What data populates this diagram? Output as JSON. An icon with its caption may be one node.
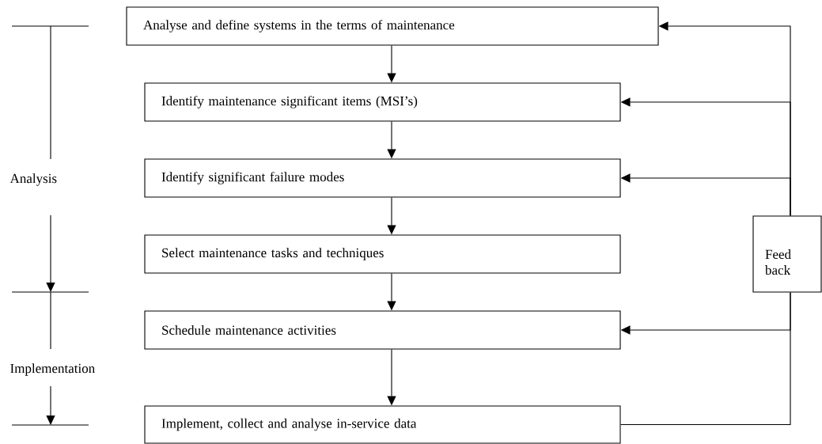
{
  "diagram": {
    "nodes": [
      {
        "text": [
          "Analyse and define systems in the terms of maintenance"
        ]
      },
      {
        "text": [
          "Identify maintenance significant items (MSI’s)"
        ]
      },
      {
        "text": [
          "Identify significant failure modes"
        ]
      },
      {
        "text": [
          "Select maintenance tasks and techniques"
        ]
      },
      {
        "text": [
          "Schedule maintenance activities"
        ]
      },
      {
        "text": [
          "Implement, collect and analyse in-service data"
        ]
      },
      {
        "text": [
          "Feed back"
        ]
      }
    ],
    "edges": [
      {
        "from": 0,
        "to": 1,
        "arrow": "to"
      },
      {
        "from": 1,
        "to": 2,
        "arrow": "to"
      },
      {
        "from": 2,
        "to": 3,
        "arrow": "to"
      },
      {
        "from": 3,
        "to": 4,
        "arrow": "to"
      },
      {
        "from": 4,
        "to": 5,
        "arrow": "to"
      },
      {
        "from": 5,
        "to": 6,
        "arrow": "none"
      },
      {
        "from": 6,
        "to": 0,
        "arrow": "to"
      },
      {
        "from": 6,
        "to": 1,
        "arrow": "to"
      },
      {
        "from": 6,
        "to": 2,
        "arrow": "to"
      },
      {
        "from": 6,
        "to": 4,
        "arrow": "to"
      }
    ],
    "labels": [
      "Analysis",
      "Implementation"
    ]
  }
}
